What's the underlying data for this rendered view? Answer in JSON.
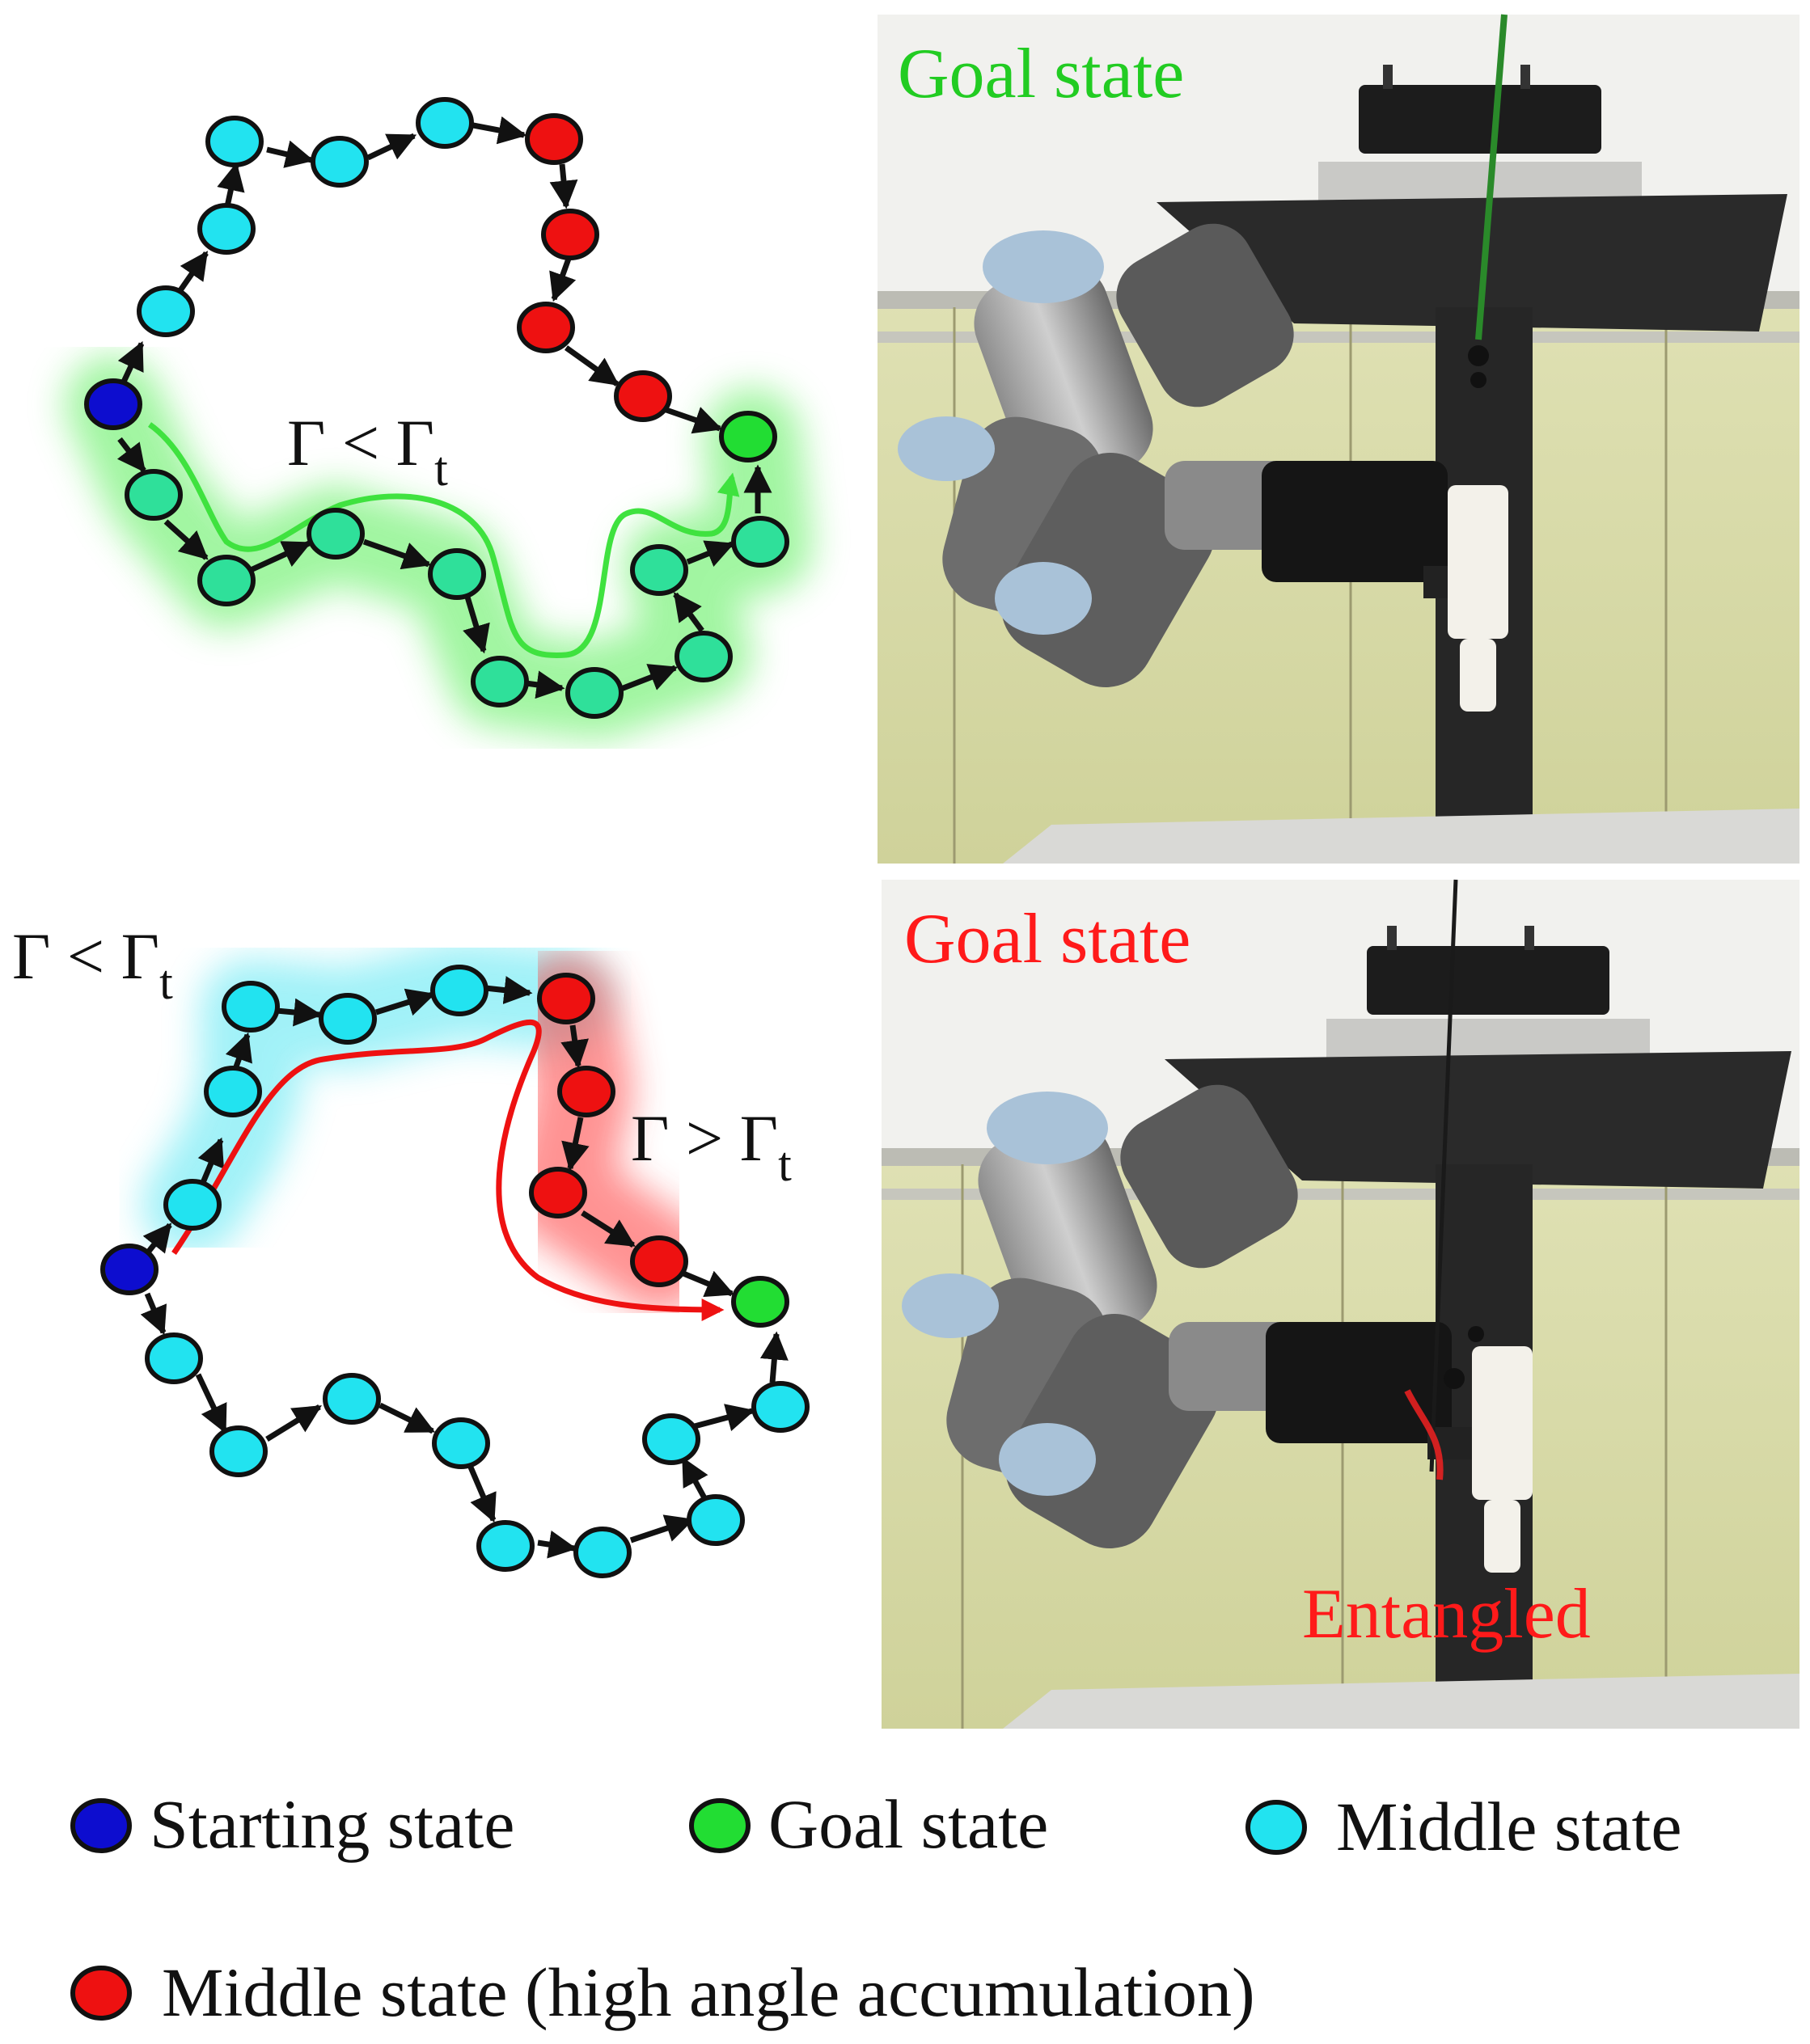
{
  "top_diagram": {
    "annotation": {
      "main": "Γ < Γ",
      "sub": "t"
    }
  },
  "bottom_diagram": {
    "annotation_left": {
      "main": "Γ < Γ",
      "sub": "t"
    },
    "annotation_right": {
      "main": "Γ > Γ",
      "sub": "t"
    }
  },
  "top_photo": {
    "label": "Goal state",
    "label_color": "#22cc22"
  },
  "bottom_photo": {
    "label": "Goal state",
    "label_color": "#ff1a1a",
    "status": "Entangled",
    "status_color": "#ff1a1a"
  },
  "legend": {
    "starting": "Starting state",
    "goal": "Goal state",
    "middle": "Middle state",
    "middle_high": "Middle state (high angle accumulation)"
  },
  "colors": {
    "starting": "#0d0dcf",
    "goal": "#22dd33",
    "middle": "#22e3f0",
    "high": "#ee1111",
    "green_node": "#2fe09a",
    "wall": "#d4d69c",
    "stand": "#262626"
  }
}
